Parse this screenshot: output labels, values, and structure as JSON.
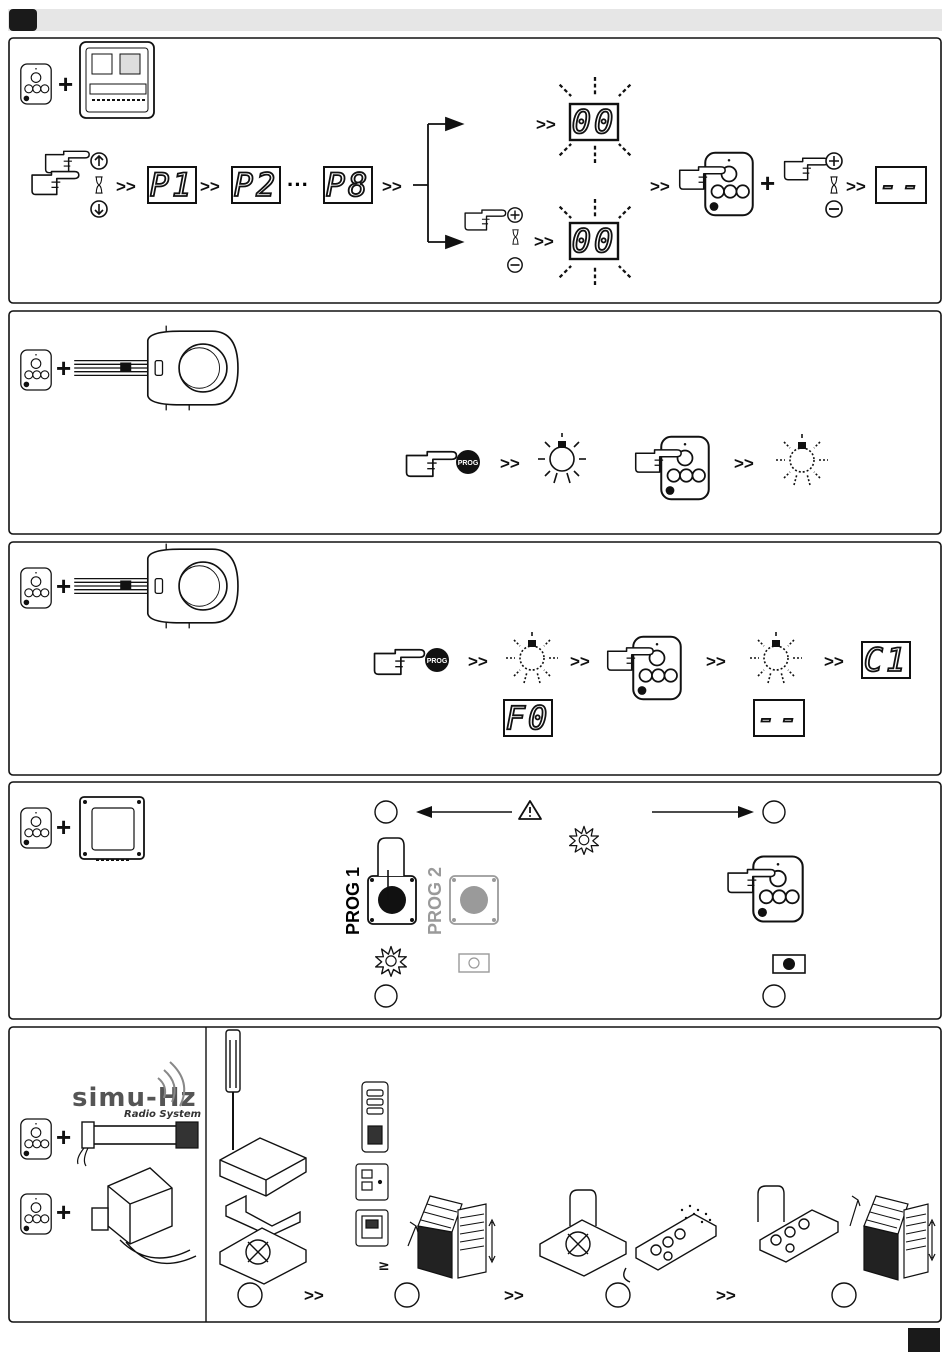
{
  "header": {
    "bar_color": "#e6e6e6",
    "marker_color": "#1a1a1a"
  },
  "section1": {
    "codes": [
      "P1",
      "P2",
      "P8",
      "00",
      "00",
      "--"
    ],
    "ellipsis": "···",
    "arrow": ">>",
    "plus": "+"
  },
  "section2": {
    "prog_label": "PROG",
    "arrow": ">>",
    "plus": "+"
  },
  "section3": {
    "prog_label": "PROG",
    "arrow": ">>",
    "codes": [
      "F0",
      "--",
      "C1"
    ],
    "plus": "+"
  },
  "section4": {
    "prog1": "PROG 1",
    "prog2": "PROG 2",
    "warning_icon": "warning-triangle-icon",
    "plus": "+"
  },
  "section5": {
    "brand": "simu-Hz",
    "brand_sub": "Radio System",
    "arrow": ">>",
    "gte": "≥",
    "plus": "+"
  }
}
